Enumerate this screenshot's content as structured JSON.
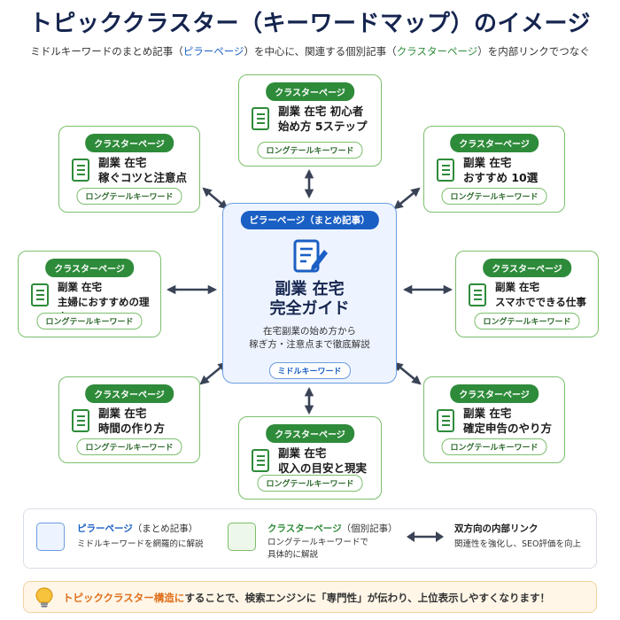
{
  "title": "トピッククラスター（キーワードマップ）のイメージ",
  "subtitle": {
    "part1": "ミドルキーワードのまとめ記事（",
    "pillar": "ピラーページ",
    "part2": "）を中心に、関連する個別記事（",
    "cluster": "クラスターページ",
    "part3": "）を内部リンクでつなぐ"
  },
  "pillar": {
    "tag": "ピラーページ（まとめ記事）",
    "title": "副業 在宅\n完全ガイド",
    "description": "在宅副業の始め方から\n稼ぎ方・注意点まで徹底解説",
    "keyword": "ミドルキーワード"
  },
  "clusters": [
    {
      "tag": "クラスターページ",
      "title": "副業 在宅 初心者\n始め方 5ステップ",
      "keyword": "ロングテールキーワード"
    },
    {
      "tag": "クラスターページ",
      "title": "副業 在宅\n稼ぐコツと注意点",
      "keyword": "ロングテールキーワード"
    },
    {
      "tag": "クラスターページ",
      "title": "副業 在宅\nおすすめ 10選",
      "keyword": "ロングテールキーワード"
    },
    {
      "tag": "クラスターページ",
      "title": "副業 在宅\n主婦におすすめの理由",
      "keyword": "ロングテールキーワード"
    },
    {
      "tag": "クラスターページ",
      "title": "副業 在宅\nスマホでできる仕事",
      "keyword": "ロングテールキーワード"
    },
    {
      "tag": "クラスターページ",
      "title": "副業 在宅\n時間の作り方",
      "keyword": "ロングテールキーワード"
    },
    {
      "tag": "クラスターページ",
      "title": "副業 在宅\n確定申告のやり方",
      "keyword": "ロングテールキーワード"
    },
    {
      "tag": "クラスターページ",
      "title": "副業 在宅\n収入の目安と現実",
      "keyword": "ロングテールキーワード"
    }
  ],
  "legend": {
    "pillar_label": "ピラーページ",
    "pillar_sub": "（まとめ記事）",
    "pillar_desc": "ミドルキーワードを網羅的に解説",
    "cluster_label": "クラスターページ",
    "cluster_sub": "（個別記事）",
    "cluster_desc": "ロングテールキーワードで\n具体的に解説",
    "link_label": "双方向の内部リンク",
    "link_desc": "関連性を強化し、SEO評価を向上"
  },
  "tip": {
    "highlight": "トピッククラスター構造に",
    "text": "することで、検索エンジンに「専門性」が伝わり、上位表示しやすくなります！",
    "icon": "lightbulb-icon"
  },
  "colors": {
    "navy": "#15254f",
    "pillar_blue": "#1a5fc4",
    "cluster_green": "#2e8b3a",
    "tip_orange": "#e0701a"
  }
}
